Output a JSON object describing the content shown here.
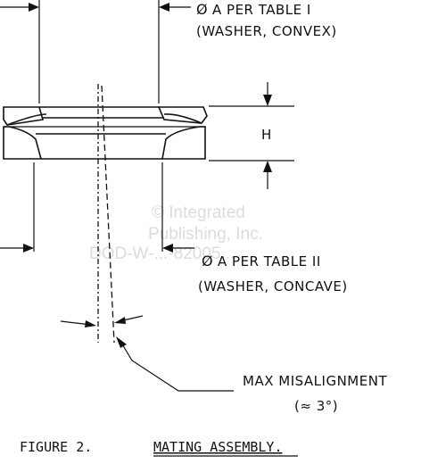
{
  "labels": {
    "washer_convex_line1": "A PER TABLE I",
    "washer_convex_line2": "(WASHER, CONVEX)",
    "diameter_symbol": "Ø",
    "height_label": "H",
    "washer_concave_line1": "A PER TABLE II",
    "washer_concave_line2": "(WASHER, CONCAVE)",
    "misalignment_line1": "MAX MISALIGNMENT",
    "misalignment_line2": "(≈ 3°)"
  },
  "caption": {
    "figure_number": "FIGURE 2.",
    "title": "MATING ASSEMBLY."
  },
  "watermark": {
    "line1": "© Integrated",
    "line2": "Publishing, Inc.",
    "line3": "DOD-W-...-82005..."
  }
}
